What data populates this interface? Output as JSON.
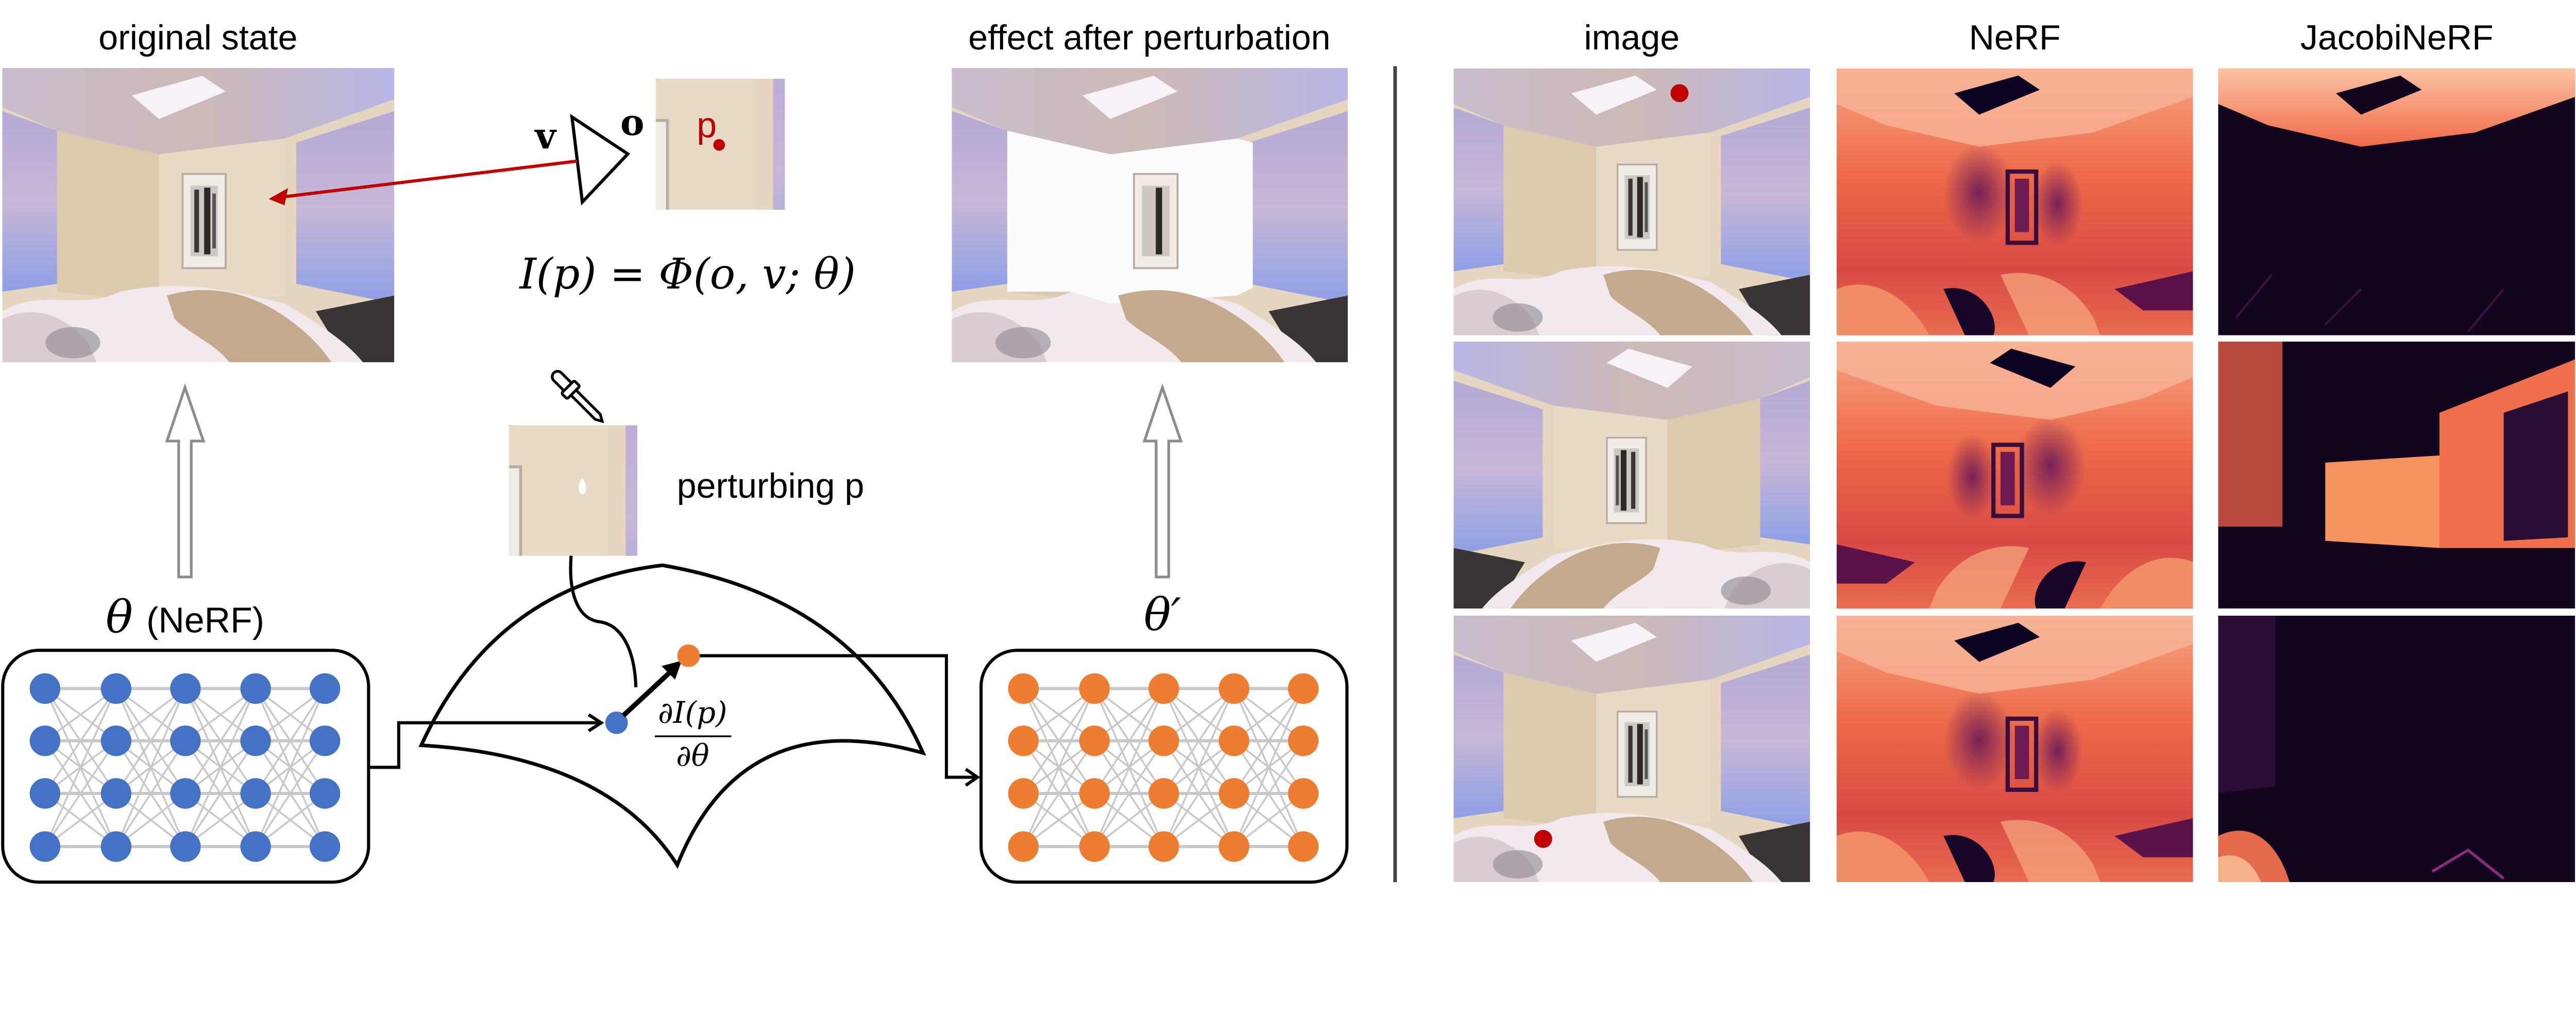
{
  "left": {
    "original_title": "original state",
    "effect_title": "effect after perturbation",
    "camera_v": "v",
    "camera_o": "o",
    "pixel_label": "p",
    "render_equation": "I(p) = Φ(o, v; θ)",
    "perturb_label": "perturbing p",
    "theta_symbol": "θ",
    "theta_suffix": "(NeRF)",
    "theta_prime": "θ′",
    "jacobian_numerator": "∂I(p)",
    "jacobian_denominator": "∂θ"
  },
  "right": {
    "columns": [
      "image",
      "NeRF",
      "JacobiNeRF"
    ]
  },
  "colors": {
    "accent_red": "#c00000",
    "node_blue": "#4472c4",
    "node_orange": "#ed7d31"
  }
}
